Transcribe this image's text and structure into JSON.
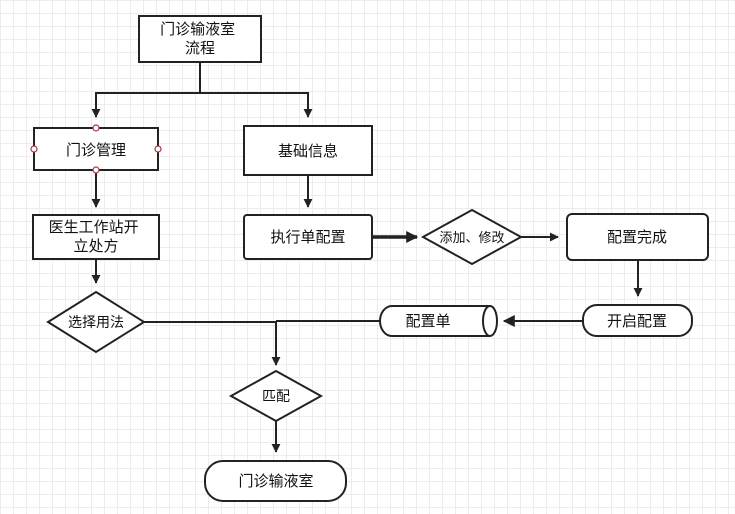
{
  "nodes": {
    "start": [
      "门诊输液室",
      "流程"
    ],
    "clinic_mgmt": "门诊管理",
    "basic_info": "基础信息",
    "workstation": [
      "医生工作站开",
      "立处方"
    ],
    "exec_config": "执行单配置",
    "add_modify": "添加、修改",
    "config_done": "配置完成",
    "choose_usage": "选择用法",
    "config_list": "配置单",
    "enable_config": "开启配置",
    "match": "匹配",
    "infusion_room": "门诊输液室"
  }
}
